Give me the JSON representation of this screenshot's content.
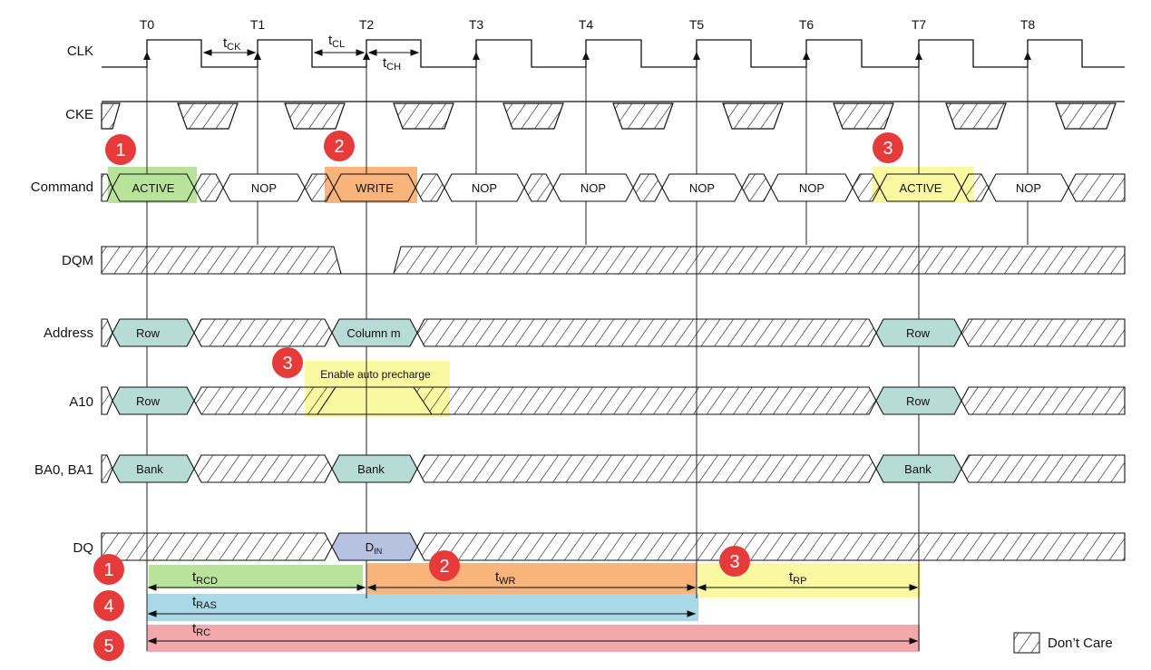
{
  "signals": {
    "clk": "CLK",
    "cke": "CKE",
    "command": "Command",
    "dqm": "DQM",
    "address": "Address",
    "a10": "A10",
    "ba": "BA0, BA1",
    "dq": "DQ"
  },
  "clock_ticks": [
    "T0",
    "T1",
    "T2",
    "T3",
    "T4",
    "T5",
    "T6",
    "T7",
    "T8"
  ],
  "clock_timing": {
    "tck": {
      "base": "t",
      "sub": "CK"
    },
    "tcl": {
      "base": "t",
      "sub": "CL"
    },
    "tch": {
      "base": "t",
      "sub": "CH"
    }
  },
  "commands": [
    "ACTIVE",
    "NOP",
    "WRITE",
    "NOP",
    "NOP",
    "NOP",
    "NOP",
    "ACTIVE",
    "NOP"
  ],
  "address": {
    "row": "Row",
    "col": "Column m",
    "row2": "Row"
  },
  "a10": {
    "row": "Row",
    "row2": "Row",
    "note": "Enable auto precharge"
  },
  "ba": {
    "bank1": "Bank",
    "bank2": "Bank",
    "bank3": "Bank"
  },
  "dq": {
    "base": "D",
    "sub": "IN"
  },
  "timings": {
    "trcd": {
      "base": "t",
      "sub": "RCD"
    },
    "twr": {
      "base": "t",
      "sub": "WR"
    },
    "trp": {
      "base": "t",
      "sub": "RP"
    },
    "tras": {
      "base": "t",
      "sub": "RAS"
    },
    "trc": {
      "base": "t",
      "sub": "RC"
    }
  },
  "badges": {
    "cmd_active1": "1",
    "cmd_write": "2",
    "cmd_active2": "3",
    "a10_note": "3",
    "trcd": "1",
    "twr": "2",
    "trp": "3",
    "tras": "4",
    "trc": "5"
  },
  "legend": {
    "label": "Don’t Care"
  },
  "colors": {
    "green": "#b9e29a",
    "orange": "#f9b47c",
    "yellow": "#fbf8a2",
    "blue": "#a9d8e6",
    "pink": "#f2a8ac",
    "teal": "#b7dbd5",
    "lavender": "#b6c2e0",
    "badge": "#e53b3b"
  }
}
